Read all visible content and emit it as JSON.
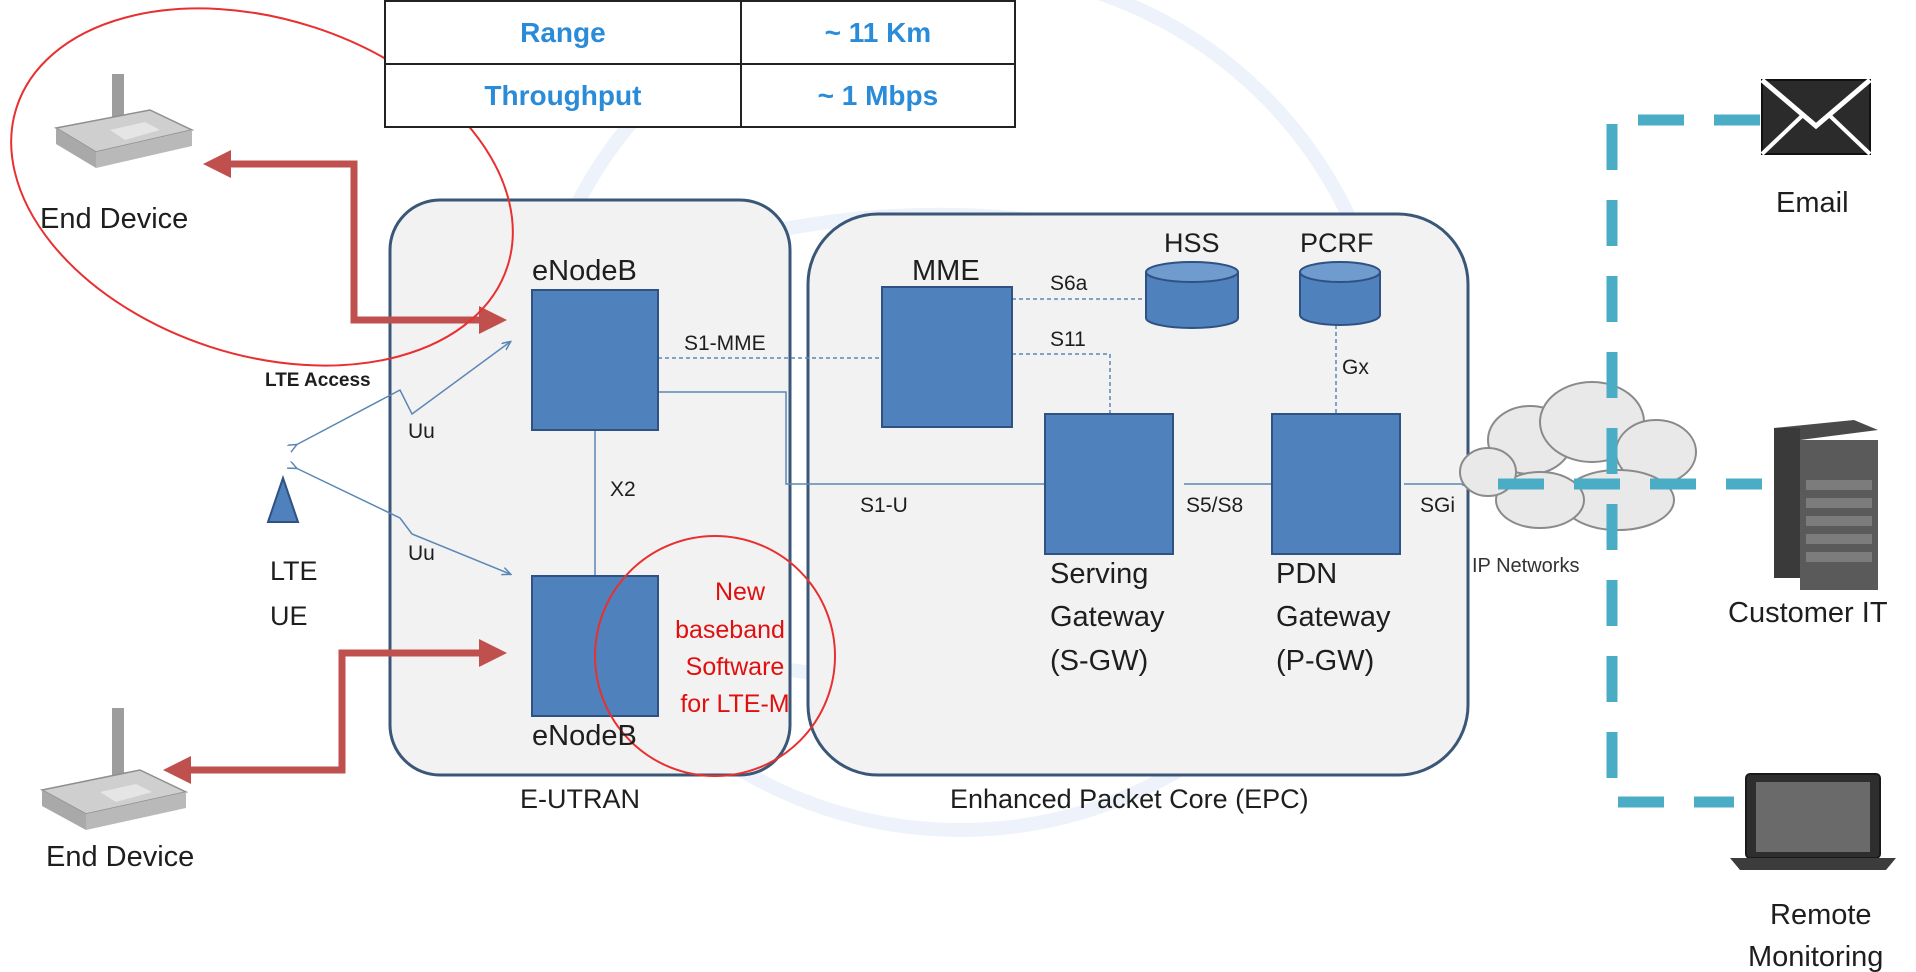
{
  "spec_table": [
    {
      "label": "Range",
      "value": "~ 11 Km"
    },
    {
      "label": "Throughput",
      "value": "~ 1 Mbps"
    }
  ],
  "groups": {
    "eutran": "E-UTRAN",
    "epc": "Enhanced Packet Core (EPC)"
  },
  "nodes": {
    "enodeb_top": "eNodeB",
    "enodeb_bottom": "eNodeB",
    "mme": "MME",
    "hss": "HSS",
    "pcrf": "PCRF",
    "serving_gw": [
      "Serving",
      "Gateway",
      "(S-GW)"
    ],
    "pdn_gw": [
      "PDN",
      "Gateway",
      "(P-GW)"
    ],
    "lte_ue": [
      "LTE",
      "UE"
    ]
  },
  "interfaces": {
    "s1_mme": "S1-MME",
    "s6a": "S6a",
    "s11": "S11",
    "gx": "Gx",
    "x2": "X2",
    "s1_u": "S1-U",
    "s5_s8": "S5/S8",
    "sgi": "SGi",
    "uu_top": "Uu",
    "uu_bottom": "Uu"
  },
  "labels": {
    "lte_access": "LTE Access",
    "ip_networks": "IP Networks",
    "end_device_top": "End Device",
    "end_device_bottom": "End Device",
    "new_baseband": [
      "New",
      "baseband",
      "Software",
      "for LTE-M"
    ]
  },
  "services": {
    "email": "Email",
    "customer_it": "Customer IT",
    "remote_monitoring": [
      "Remote",
      "Monitoring"
    ]
  },
  "colors": {
    "node_fill": "#4f81bd",
    "node_stroke": "#2f5183",
    "panel_fill": "#f2f2f2",
    "panel_stroke": "#3a5778",
    "device_arrow": "#c0504d",
    "highlight_circle": "#e83030",
    "annotation_text": "#e01010",
    "ip_dashed_line": "#4bacc6",
    "table_text": "#2a8bd8"
  }
}
